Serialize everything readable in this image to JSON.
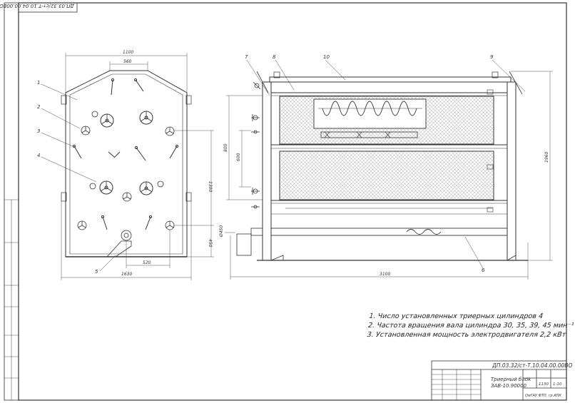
{
  "drawing": {
    "top_stamp": "ДП.03.32/ст-Т.10.04.00.00ВО",
    "sheet_code": "ДП.03.32/ст-Т.10.04.00.00ВО",
    "title_line1": "Триерный блок",
    "title_line2": "ЗАВ-10.90000",
    "mass": "1130",
    "scale": "1:10",
    "org": "ОмГАУ ФТП, гр.АПК",
    "left_view": {
      "dim_width_top": "1100",
      "dim_inner_top": "560",
      "dim_height": "1300",
      "dim_lower_right": "450",
      "dim_bottom_inner": "520",
      "dim_total_width": "1630"
    },
    "right_view": {
      "dim_length": "3100",
      "dim_height": "1960",
      "dim_h1": "800",
      "dim_h2": "600",
      "dim_small": "Ø450"
    },
    "callouts": [
      "1",
      "2",
      "3",
      "4",
      "5",
      "6",
      "7",
      "8",
      "9",
      "10"
    ]
  },
  "notes": [
    "1. Число установленных триерных цилиндров 4",
    "2. Частота вращения вала цилиндра 30, 35, 39, 45 мин⁻¹",
    "3. Установленная мощность электродвигателя 2,2 кВт"
  ]
}
